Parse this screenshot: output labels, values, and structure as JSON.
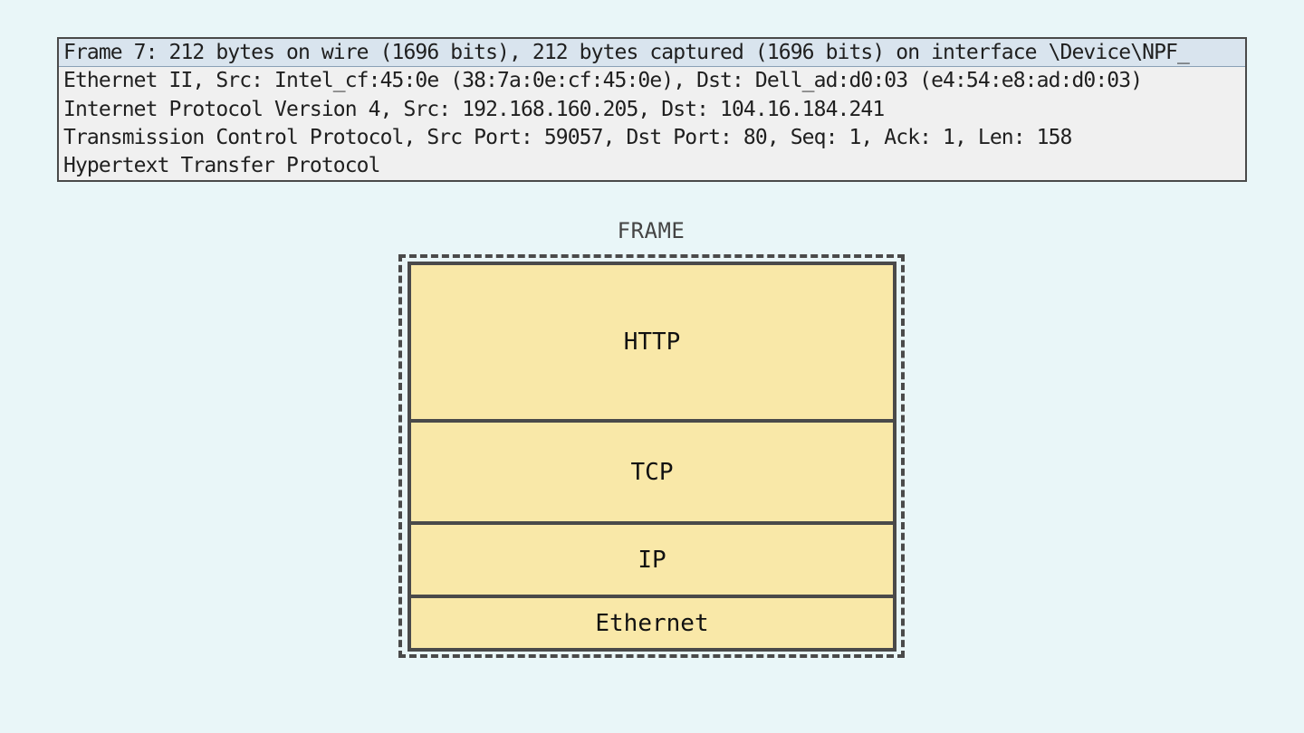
{
  "packet_details": {
    "rows": [
      "Frame 7: 212 bytes on wire (1696 bits), 212 bytes captured (1696 bits) on interface \\Device\\NPF_",
      "Ethernet II, Src: Intel_cf:45:0e (38:7a:0e:cf:45:0e), Dst: Dell_ad:d0:03 (e4:54:e8:ad:d0:03)",
      "Internet Protocol Version 4, Src: 192.168.160.205, Dst: 104.16.184.241",
      "Transmission Control Protocol, Src Port: 59057, Dst Port: 80, Seq: 1, Ack: 1, Len: 158",
      "Hypertext Transfer Protocol"
    ],
    "selected_index": 0
  },
  "diagram": {
    "frame_label": "FRAME",
    "layers": [
      "HTTP",
      "TCP",
      "IP",
      "Ethernet"
    ]
  },
  "colors": {
    "background": "#e9f6f8",
    "layer_fill": "#f9e8a8",
    "outline": "#4a4a4a",
    "selected_row": "#d9e4ee"
  }
}
